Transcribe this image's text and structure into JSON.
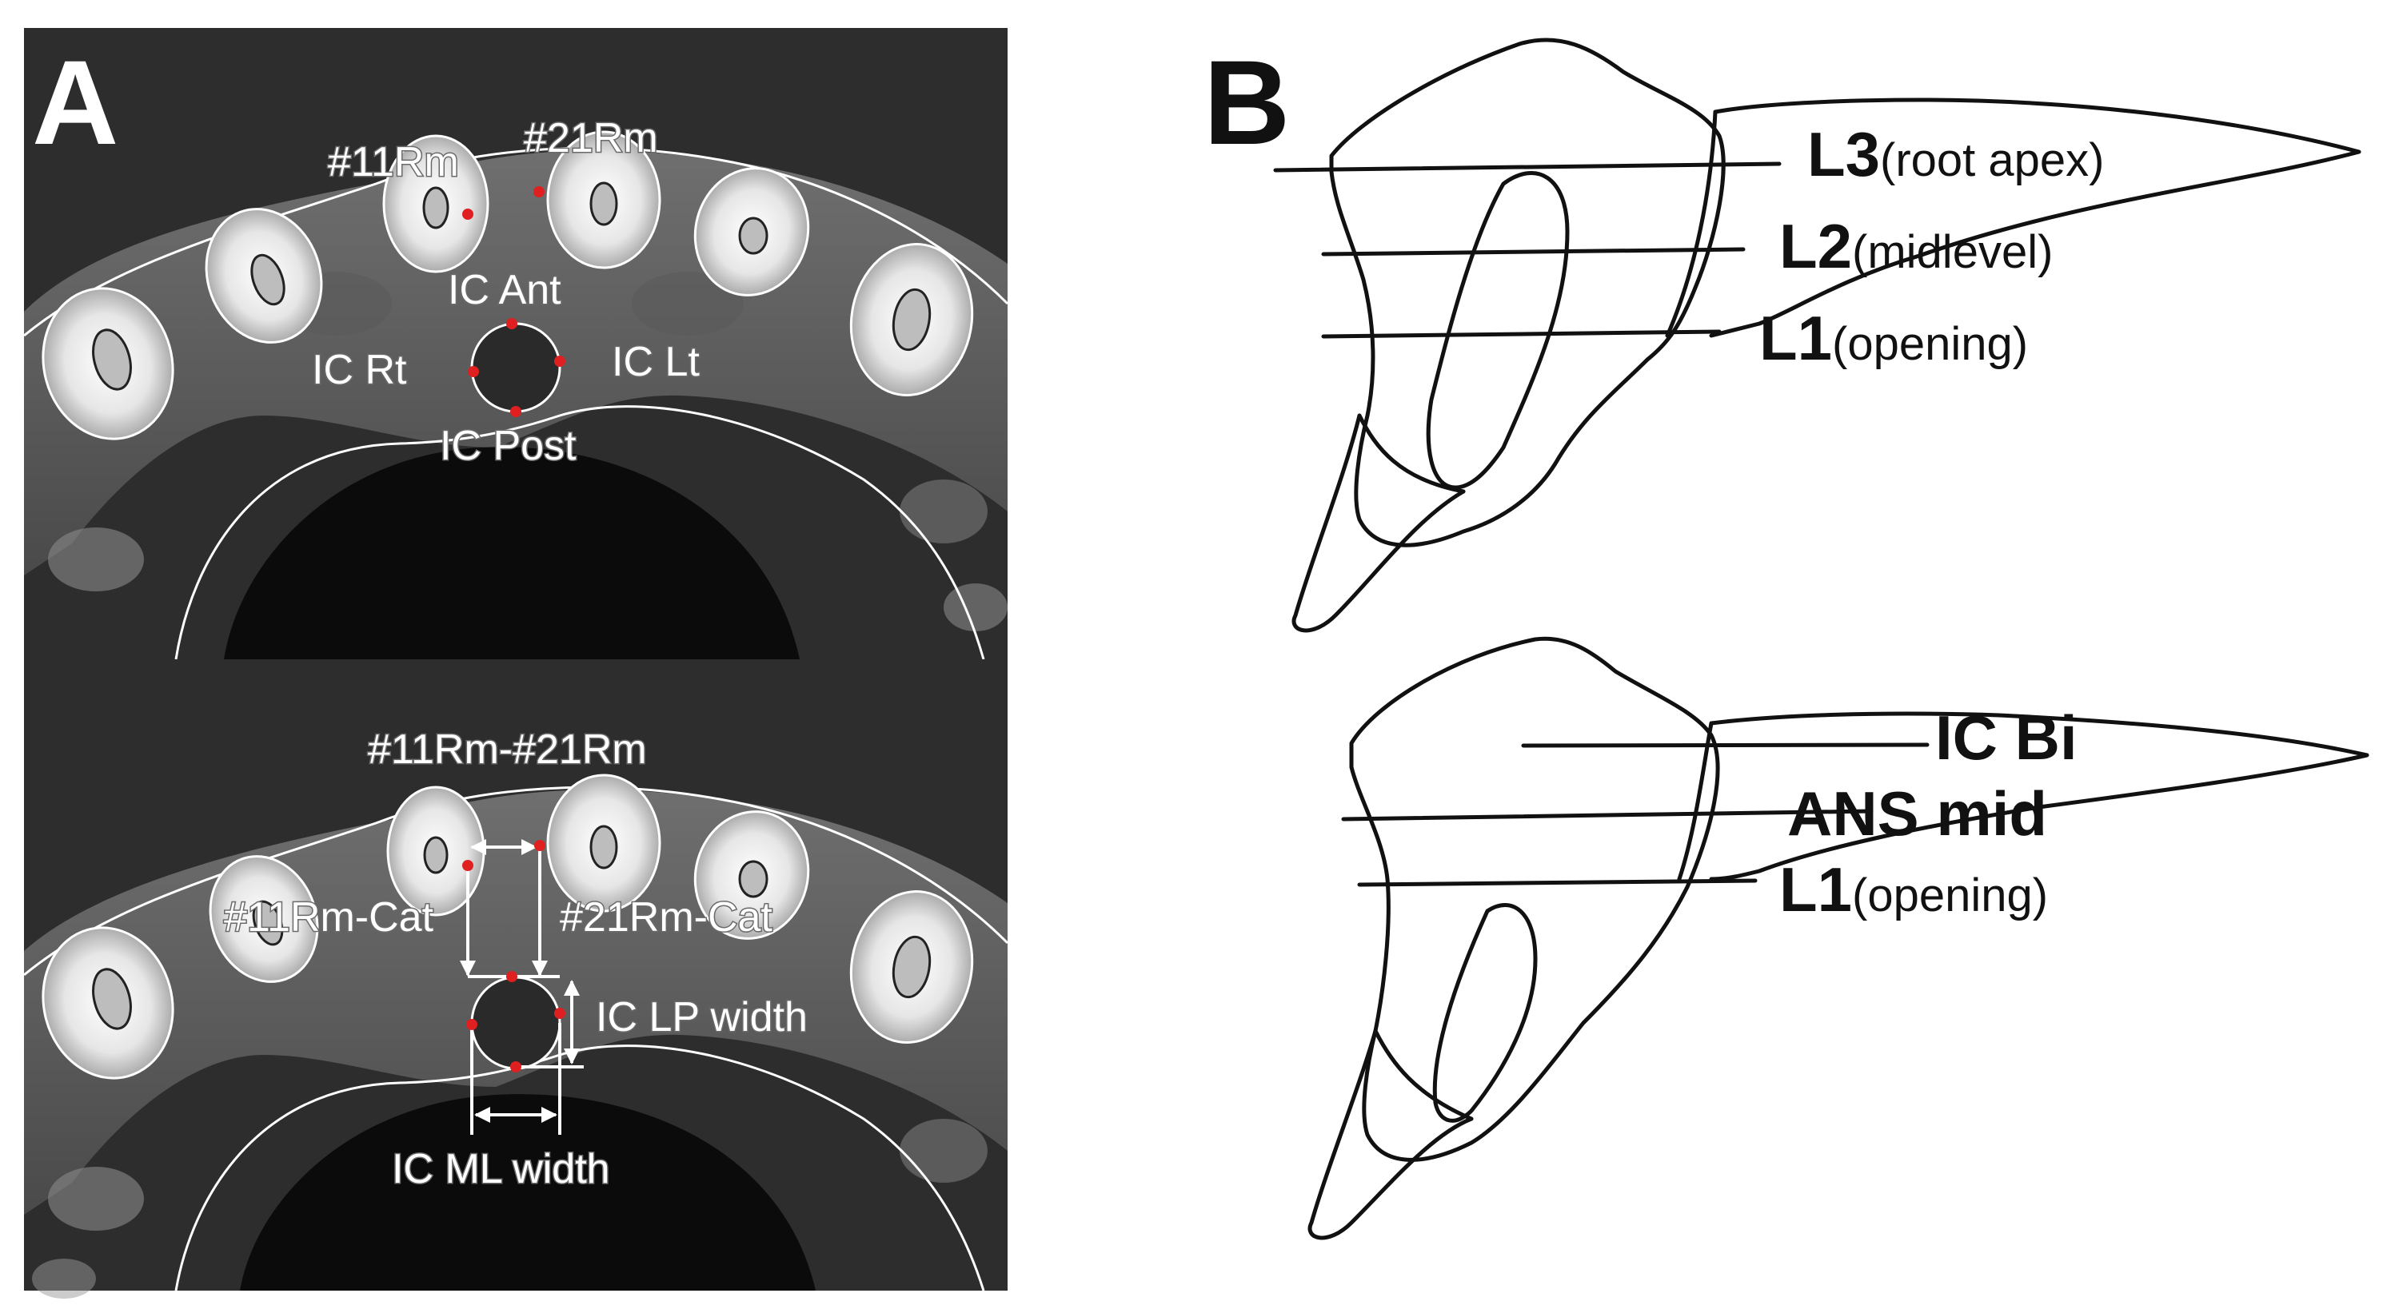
{
  "panel_a": {
    "letter": "A",
    "top": {
      "rm11": "#11Rm",
      "rm21": "#21Rm",
      "ic_ant": "IC Ant",
      "ic_rt": "IC Rt",
      "ic_lt": "IC Lt",
      "ic_post": "IC Post"
    },
    "bottom": {
      "rm_span": "#11Rm-#21Rm",
      "rm11_cat": "#11Rm-Cat",
      "rm21_cat": "#21Rm-Cat",
      "lp_width": "IC LP width",
      "ml_width": "IC ML width"
    },
    "marker_color": "#e02020"
  },
  "panel_b": {
    "letter": "B",
    "top_levels": [
      {
        "code": "L3",
        "desc": "(root apex)"
      },
      {
        "code": "L2",
        "desc": "(midlevel)"
      },
      {
        "code": "L1",
        "desc": "(opening)"
      }
    ],
    "bottom_levels": [
      {
        "code": "IC Bi",
        "desc": ""
      },
      {
        "code": "ANS mid",
        "desc": ""
      },
      {
        "code": "L1",
        "desc": "(opening)"
      }
    ]
  }
}
